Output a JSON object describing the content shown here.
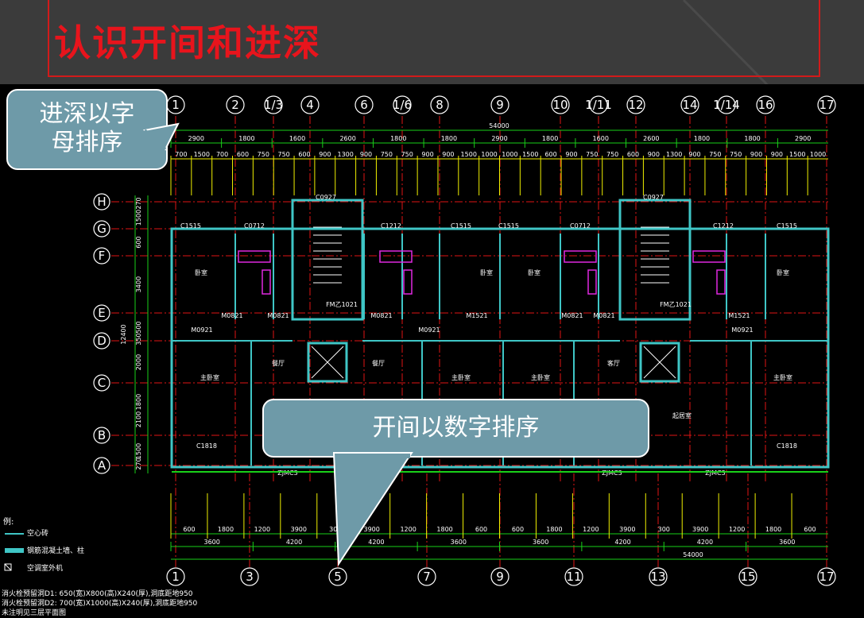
{
  "title": "认识开间和进深",
  "callouts": {
    "depth_line1": "进深以字",
    "depth_line2": "母排序",
    "bay": "开间以数字排序"
  },
  "axes_top": [
    "1",
    "2",
    "1/3",
    "4",
    "6",
    "1/6",
    "8",
    "9",
    "10",
    "1/11",
    "12",
    "14",
    "1/14",
    "16",
    "17"
  ],
  "axes_bottom": [
    "1",
    "3",
    "5",
    "7",
    "9",
    "11",
    "13",
    "15",
    "17"
  ],
  "axes_left": [
    "H",
    "G",
    "F",
    "E",
    "D",
    "C",
    "B",
    "A"
  ],
  "overall_dimension": "54000",
  "dims_top_row1": [
    "2900",
    "1800",
    "1600",
    "2600",
    "1800",
    "1800",
    "2900",
    "1800",
    "1600",
    "2600",
    "1800",
    "1800",
    "2900"
  ],
  "dims_top_row2": [
    "700",
    "1500",
    "700",
    "600",
    "750",
    "750",
    "600",
    "900",
    "1300",
    "900",
    "750",
    "750",
    "900",
    "900",
    "1500",
    "1000",
    "1000",
    "1500",
    "600",
    "900",
    "750",
    "750",
    "600",
    "900",
    "1300",
    "900",
    "750",
    "750",
    "900",
    "900",
    "1500",
    "1000"
  ],
  "dims_bottom_row1": [
    "600",
    "1800",
    "1200",
    "3900",
    "300",
    "3900",
    "1200",
    "1800",
    "600",
    "600",
    "1800",
    "1200",
    "3900",
    "300",
    "3900",
    "1200",
    "1800",
    "600"
  ],
  "dims_bottom_row2": [
    "3600",
    "4200",
    "4200",
    "3600",
    "3600",
    "4200",
    "4200",
    "3600"
  ],
  "dims_left": [
    "270",
    "1500",
    "600",
    "3400",
    "500",
    "350",
    "2000",
    "1800",
    "2100",
    "1500",
    "270",
    "12400"
  ],
  "rooms": [
    {
      "label": "卧室"
    },
    {
      "label": "主卧室"
    },
    {
      "label": "餐厅"
    },
    {
      "label": "餐厅"
    },
    {
      "label": "主卧室"
    },
    {
      "label": "主卧室"
    },
    {
      "label": "卧室"
    },
    {
      "label": "卧室"
    },
    {
      "label": "客厅"
    },
    {
      "label": "起居室"
    },
    {
      "label": "主卧室"
    },
    {
      "label": "卧室"
    }
  ],
  "door_tags": [
    "M0821",
    "M0921",
    "M0821",
    "M0821",
    "M0921",
    "M1521",
    "M0821",
    "M0821",
    "M1521",
    "M0921",
    "FM乙1021",
    "FM乙1021"
  ],
  "window_tags": [
    "C1515",
    "C0712",
    "C1212",
    "C1515",
    "C1515",
    "C0712",
    "C1212",
    "C1515",
    "C0927",
    "C0927",
    "C1818",
    "C1818",
    "ZJMC3",
    "ZJMC3",
    "ZJMC3"
  ],
  "legend": {
    "header": "例:",
    "item1": "空心砖",
    "item2": "钢筋混凝土墙、柱",
    "item3": "空调室外机",
    "note1": "消火栓预留洞D1: 650(宽)X800(高)X240(厚),洞底距地950",
    "note2": "消火栓预留洞D2: 700(宽)X1000(高)X240(厚),洞底距地950",
    "note3": "未注明见三层平面图"
  },
  "colors": {
    "title_red": "#e8141c",
    "callout_fill": "#6e9aa8",
    "wall_cyan": "#3fc6c6",
    "grid_green": "#19d019",
    "axis_red": "#e01515",
    "fixture_magenta": "#e028e0",
    "dim_yellow": "#f0f000"
  }
}
